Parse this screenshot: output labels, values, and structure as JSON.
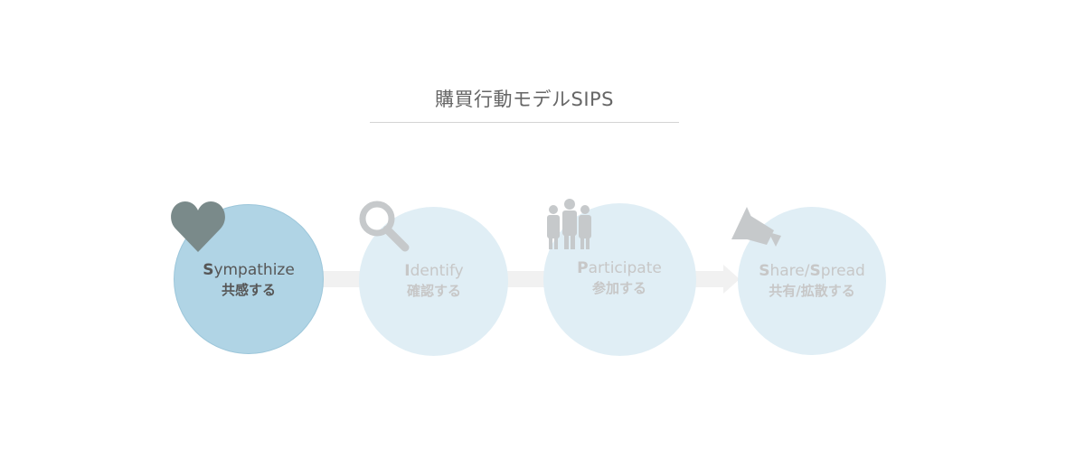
{
  "title": "購買行動モデルSIPS",
  "steps": [
    {
      "initial": "S",
      "rest": "ympathize",
      "jp": "共感する",
      "icon": "heart-icon",
      "active": true
    },
    {
      "initial": "I",
      "rest": "dentify",
      "jp": "確認する",
      "icon": "magnifier-icon",
      "active": false
    },
    {
      "initial": "P",
      "rest": "articipate",
      "jp": "参加する",
      "icon": "people-icon",
      "active": false
    },
    {
      "initial": "S",
      "rest": "hare/",
      "initial2": "S",
      "rest2": "pread",
      "jp": "共有/拡散する",
      "icon": "megaphone-icon",
      "active": false
    }
  ],
  "colors": {
    "active_circle": "#b0d4e5",
    "inactive_circle": "#e0eef5",
    "active_text": "#565656",
    "inactive_text": "#c7c7c7",
    "heart_icon": "#7a8a8a",
    "inactive_icon": "#c6c9cb",
    "connector": "#f1f1f1"
  }
}
